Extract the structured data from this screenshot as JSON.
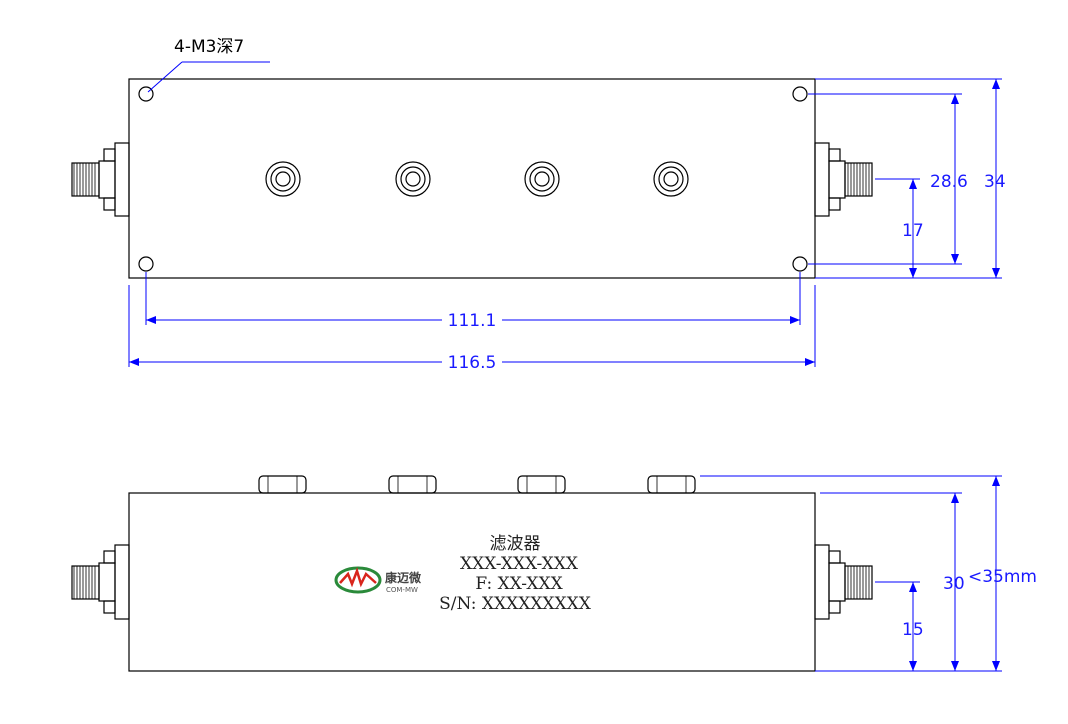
{
  "top_view": {
    "hole_note": "4-M3深7",
    "dim_length_holes": "111.1",
    "dim_length_total": "116.5",
    "dim_hole_spacing": "28.6",
    "dim_width": "34",
    "dim_connector_offset": "17"
  },
  "side_view": {
    "product_name": "滤波器",
    "model_line": "XXX-XXX-XXX",
    "freq_line": "F: XX-XXX",
    "serial_line": "S/N: XXXXXXXXX",
    "logo_text": "康迈微",
    "logo_sub": "COM-MW",
    "dim_height": "30",
    "dim_max_height": "<35mm",
    "dim_connector_height": "15"
  },
  "colors": {
    "dimension": "#0000ff",
    "outline": "#000000",
    "logo_red": "#d9251c",
    "logo_green": "#2a8a3a"
  }
}
